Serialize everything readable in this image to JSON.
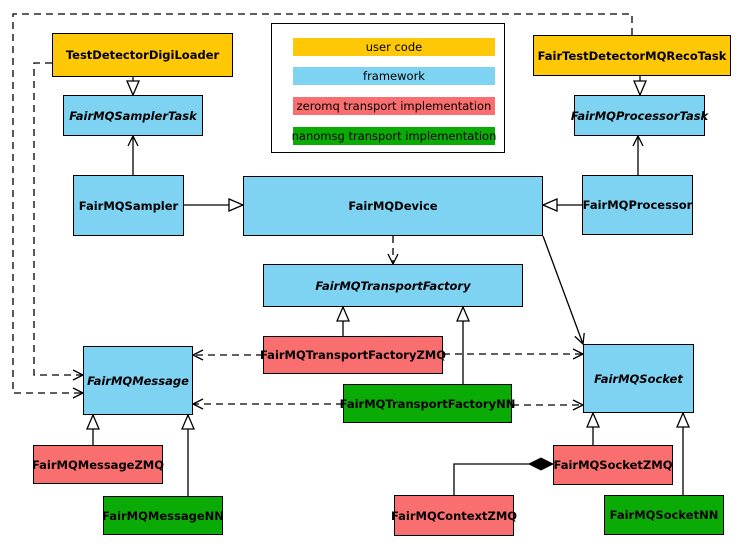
{
  "diagram": {
    "kind": "uml-class-diagram",
    "legend": {
      "items": [
        {
          "label": "user code",
          "color": "#FFC807"
        },
        {
          "label": "framework",
          "color": "#7ED2F2"
        },
        {
          "label": "zeromq transport implementation",
          "color": "#F96E6E"
        },
        {
          "label": "nanomsg transport implementation",
          "color": "#0BAB06"
        }
      ]
    },
    "nodes": {
      "TestDetectorDigiLoader": {
        "label": "TestDetectorDigiLoader",
        "category": "user code",
        "color": "#FFC807",
        "abstract": false
      },
      "FairTestDetectorMQRecoTask": {
        "label": "FairTestDetectorMQRecoTask",
        "category": "user code",
        "color": "#FFC807",
        "abstract": false
      },
      "FairMQSamplerTask": {
        "label": "FairMQSamplerTask",
        "category": "framework",
        "color": "#7ED2F2",
        "abstract": true
      },
      "FairMQProcessorTask": {
        "label": "FairMQProcessorTask",
        "category": "framework",
        "color": "#7ED2F2",
        "abstract": true
      },
      "FairMQSampler": {
        "label": "FairMQSampler",
        "category": "framework",
        "color": "#7ED2F2",
        "abstract": false
      },
      "FairMQDevice": {
        "label": "FairMQDevice",
        "category": "framework",
        "color": "#7ED2F2",
        "abstract": false
      },
      "FairMQProcessor": {
        "label": "FairMQProcessor",
        "category": "framework",
        "color": "#7ED2F2",
        "abstract": false
      },
      "FairMQTransportFactory": {
        "label": "FairMQTransportFactory",
        "category": "framework",
        "color": "#7ED2F2",
        "abstract": true
      },
      "FairMQTransportFactoryZMQ": {
        "label": "FairMQTransportFactoryZMQ",
        "category": "zeromq transport implementation",
        "color": "#F96E6E",
        "abstract": false
      },
      "FairMQTransportFactoryNN": {
        "label": "FairMQTransportFactoryNN",
        "category": "nanomsg transport implementation",
        "color": "#0BAB06",
        "abstract": false
      },
      "FairMQMessage": {
        "label": "FairMQMessage",
        "category": "framework",
        "color": "#7ED2F2",
        "abstract": true
      },
      "FairMQSocket": {
        "label": "FairMQSocket",
        "category": "framework",
        "color": "#7ED2F2",
        "abstract": true
      },
      "FairMQMessageZMQ": {
        "label": "FairMQMessageZMQ",
        "category": "zeromq transport implementation",
        "color": "#F96E6E",
        "abstract": false
      },
      "FairMQMessageNN": {
        "label": "FairMQMessageNN",
        "category": "nanomsg transport implementation",
        "color": "#0BAB06",
        "abstract": false
      },
      "FairMQContextZMQ": {
        "label": "FairMQContextZMQ",
        "category": "zeromq transport implementation",
        "color": "#F96E6E",
        "abstract": false
      },
      "FairMQSocketZMQ": {
        "label": "FairMQSocketZMQ",
        "category": "zeromq transport implementation",
        "color": "#F96E6E",
        "abstract": false
      },
      "FairMQSocketNN": {
        "label": "FairMQSocketNN",
        "category": "nanomsg transport implementation",
        "color": "#0BAB06",
        "abstract": false
      }
    },
    "edges": [
      {
        "from": "TestDetectorDigiLoader",
        "to": "FairMQSamplerTask",
        "relation": "inheritance"
      },
      {
        "from": "FairTestDetectorMQRecoTask",
        "to": "FairMQProcessorTask",
        "relation": "inheritance"
      },
      {
        "from": "FairMQSampler",
        "to": "FairMQDevice",
        "relation": "inheritance"
      },
      {
        "from": "FairMQProcessor",
        "to": "FairMQDevice",
        "relation": "inheritance"
      },
      {
        "from": "FairMQTransportFactoryZMQ",
        "to": "FairMQTransportFactory",
        "relation": "inheritance"
      },
      {
        "from": "FairMQTransportFactoryNN",
        "to": "FairMQTransportFactory",
        "relation": "inheritance"
      },
      {
        "from": "FairMQMessageZMQ",
        "to": "FairMQMessage",
        "relation": "inheritance"
      },
      {
        "from": "FairMQMessageNN",
        "to": "FairMQMessage",
        "relation": "inheritance"
      },
      {
        "from": "FairMQSocketZMQ",
        "to": "FairMQSocket",
        "relation": "inheritance"
      },
      {
        "from": "FairMQSocketNN",
        "to": "FairMQSocket",
        "relation": "inheritance"
      },
      {
        "from": "FairMQSampler",
        "to": "FairMQSamplerTask",
        "relation": "association"
      },
      {
        "from": "FairMQProcessor",
        "to": "FairMQProcessorTask",
        "relation": "association"
      },
      {
        "from": "FairMQDevice",
        "to": "FairMQSocket",
        "relation": "association"
      },
      {
        "from": "FairMQDevice",
        "to": "FairMQTransportFactory",
        "relation": "dependency-dashed"
      },
      {
        "from": "TestDetectorDigiLoader",
        "to": "FairMQMessage",
        "relation": "dependency-dashed"
      },
      {
        "from": "FairTestDetectorMQRecoTask",
        "to": "FairMQMessage",
        "relation": "dependency-dashed"
      },
      {
        "from": "FairMQTransportFactoryZMQ",
        "to": "FairMQMessage",
        "relation": "dependency-dashed"
      },
      {
        "from": "FairMQTransportFactoryZMQ",
        "to": "FairMQSocket",
        "relation": "dependency-dashed"
      },
      {
        "from": "FairMQTransportFactoryNN",
        "to": "FairMQMessage",
        "relation": "dependency-dashed"
      },
      {
        "from": "FairMQTransportFactoryNN",
        "to": "FairMQSocket",
        "relation": "dependency-dashed"
      },
      {
        "from": "FairMQSocketZMQ",
        "to": "FairMQContextZMQ",
        "relation": "composition"
      }
    ]
  }
}
